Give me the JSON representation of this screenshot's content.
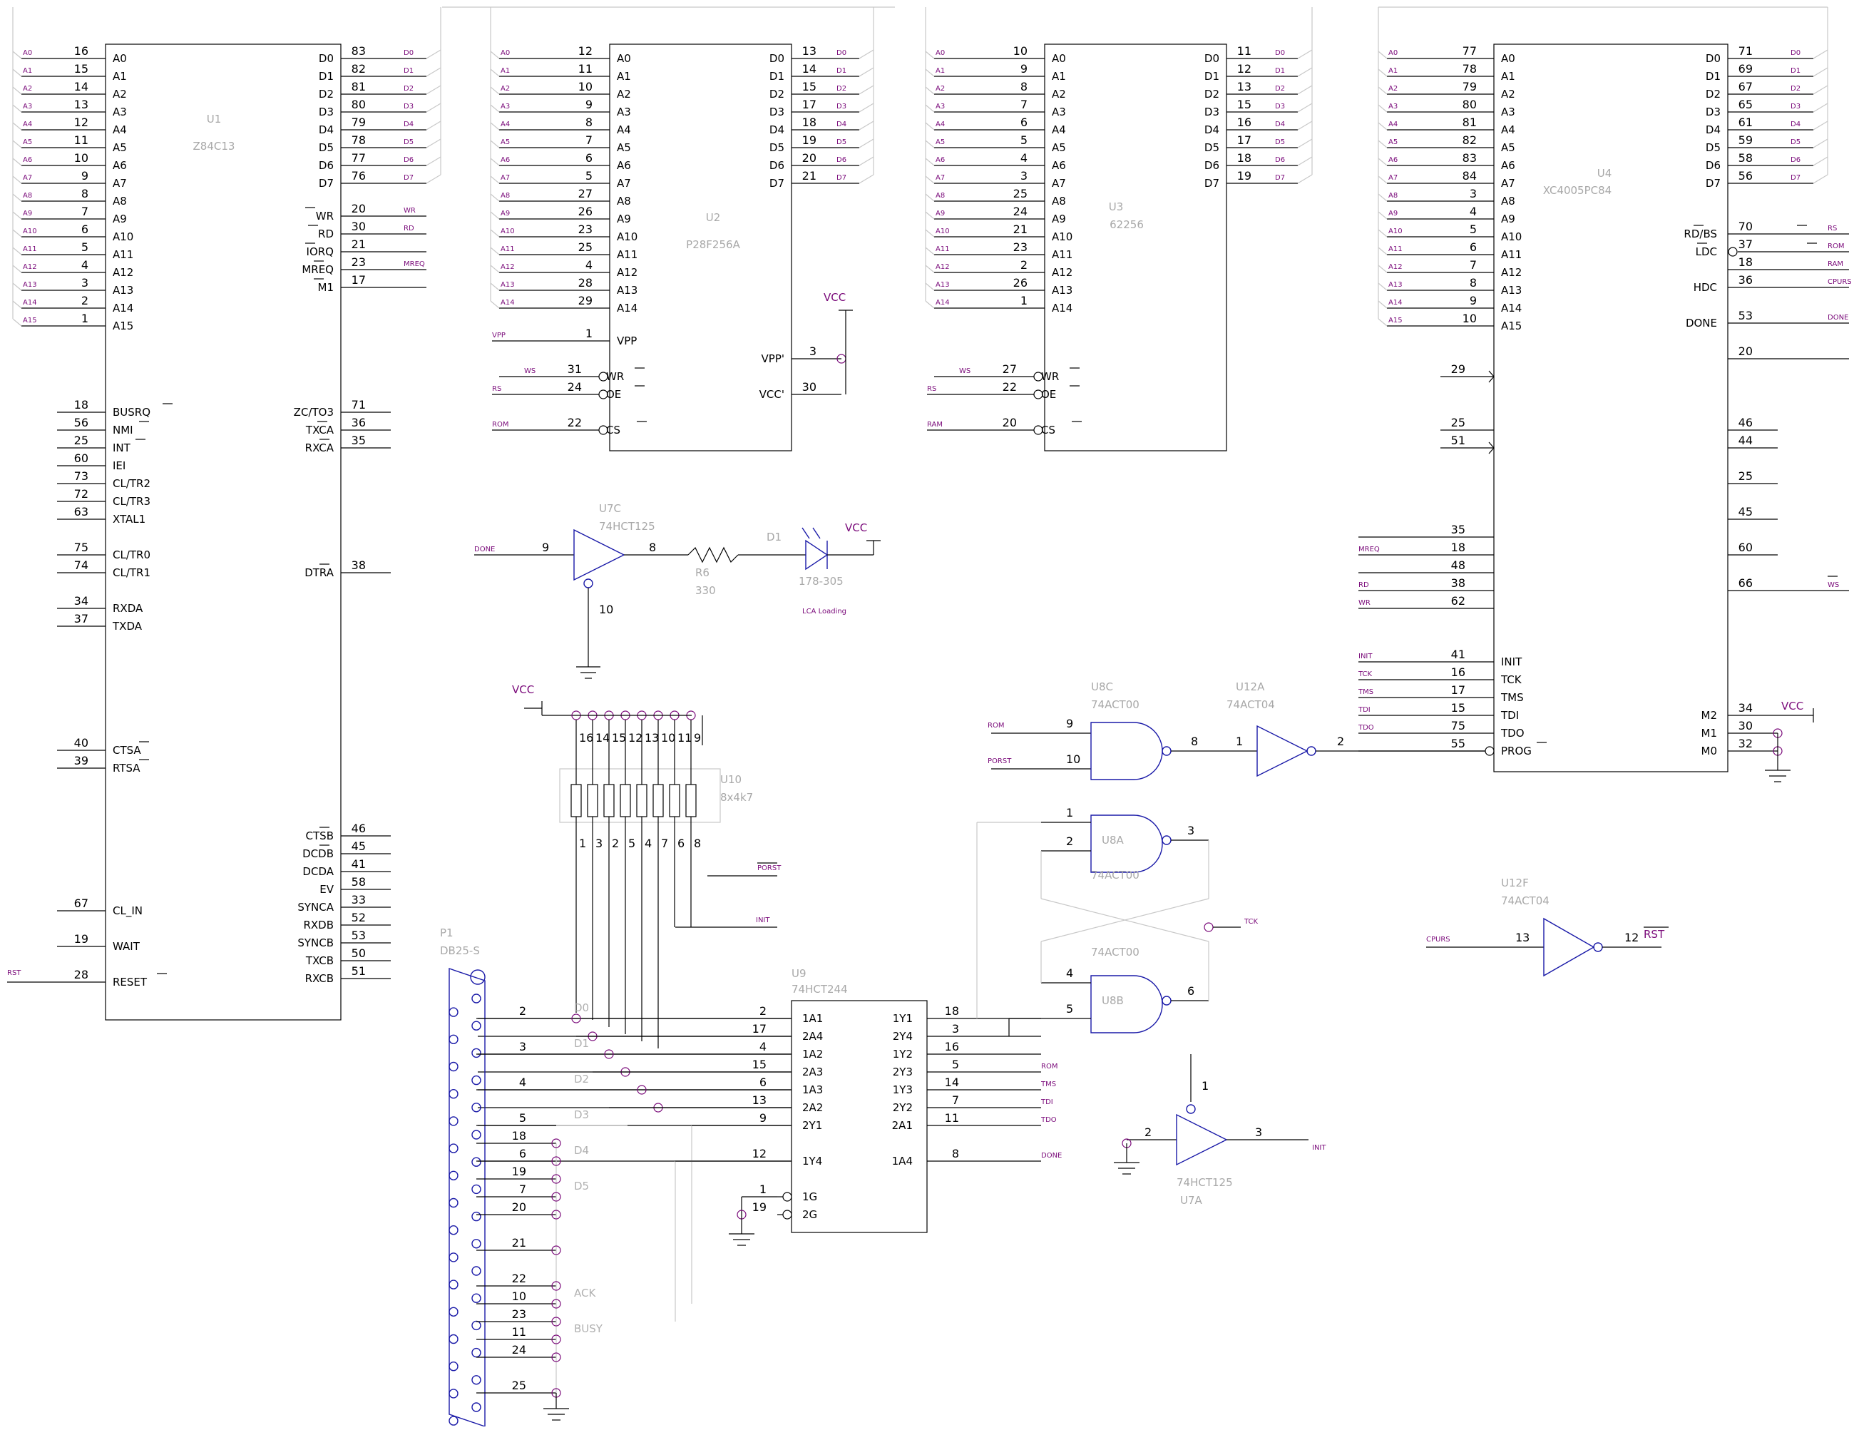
{
  "colors": {
    "wire": "#000000",
    "component": "#1a1aa8",
    "net_label": "#7a0a7a",
    "reference": "#a8a8a8"
  },
  "chips": {
    "u1": {
      "ref": "U1",
      "value": "Z84C13",
      "left": [
        [
          "16",
          "A0"
        ],
        [
          "15",
          "A1"
        ],
        [
          "14",
          "A2"
        ],
        [
          "13",
          "A3"
        ],
        [
          "12",
          "A4"
        ],
        [
          "11",
          "A5"
        ],
        [
          "10",
          "A6"
        ],
        [
          "9",
          "A7"
        ],
        [
          "8",
          "A8"
        ],
        [
          "7",
          "A9"
        ],
        [
          "6",
          "A10"
        ],
        [
          "5",
          "A11"
        ],
        [
          "4",
          "A12"
        ],
        [
          "3",
          "A13"
        ],
        [
          "2",
          "A14"
        ],
        [
          "1",
          "A15"
        ]
      ],
      "left_nets": [
        "A0",
        "A1",
        "A2",
        "A3",
        "A4",
        "A5",
        "A6",
        "A7",
        "A8",
        "A9",
        "A10",
        "A11",
        "A12",
        "A13",
        "A14",
        "A15"
      ],
      "left2": [
        [
          "18",
          "BUSRQ"
        ],
        [
          "56",
          "NMI"
        ],
        [
          "25",
          "INT"
        ],
        [
          "60",
          "IEI"
        ],
        [
          "73",
          "CL/TR2"
        ],
        [
          "72",
          "CL/TR3"
        ],
        [
          "63",
          "XTAL1"
        ]
      ],
      "left3": [
        [
          "75",
          "CL/TR0"
        ],
        [
          "74",
          "CL/TR1"
        ]
      ],
      "left4": [
        [
          "34",
          "RXDA"
        ],
        [
          "37",
          "TXDA"
        ]
      ],
      "left5": [
        [
          "40",
          "CTSA"
        ],
        [
          "39",
          "RTSA"
        ]
      ],
      "left6": [
        [
          "67",
          "CL_IN"
        ],
        [
          "19",
          "WAIT"
        ],
        [
          "28",
          "RESET"
        ]
      ],
      "right": [
        [
          "83",
          "D0"
        ],
        [
          "82",
          "D1"
        ],
        [
          "81",
          "D2"
        ],
        [
          "80",
          "D3"
        ],
        [
          "79",
          "D4"
        ],
        [
          "78",
          "D5"
        ],
        [
          "77",
          "D6"
        ],
        [
          "76",
          "D7"
        ]
      ],
      "right_nets": [
        "D0",
        "D1",
        "D2",
        "D3",
        "D4",
        "D5",
        "D6",
        "D7"
      ],
      "right2": [
        [
          "20",
          "WR"
        ],
        [
          "30",
          "RD"
        ],
        [
          "21",
          "IORQ"
        ],
        [
          "23",
          "MREQ"
        ],
        [
          "17",
          "M1"
        ]
      ],
      "right2_nets": [
        "WR",
        "RD",
        "",
        "MREQ",
        ""
      ],
      "right3": [
        [
          "71",
          "ZC/TO3"
        ],
        [
          "36",
          "TXCA"
        ],
        [
          "35",
          "RXCA"
        ]
      ],
      "right4": [
        [
          "38",
          "DTRA"
        ]
      ],
      "right5": [
        [
          "46",
          "CTSB"
        ],
        [
          "45",
          "DCDB"
        ],
        [
          "41",
          "DCDA"
        ],
        [
          "58",
          "EV"
        ],
        [
          "33",
          "SYNCA"
        ],
        [
          "52",
          "RXDB"
        ],
        [
          "53",
          "SYNCB"
        ],
        [
          "50",
          "TXCB"
        ],
        [
          "51",
          "RXCB"
        ]
      ],
      "reset_net": "RST"
    },
    "u2": {
      "ref": "U2",
      "value": "P28F256A",
      "left": [
        [
          "12",
          "A0"
        ],
        [
          "11",
          "A1"
        ],
        [
          "10",
          "A2"
        ],
        [
          "9",
          "A3"
        ],
        [
          "8",
          "A4"
        ],
        [
          "7",
          "A5"
        ],
        [
          "6",
          "A6"
        ],
        [
          "5",
          "A7"
        ],
        [
          "27",
          "A8"
        ],
        [
          "26",
          "A9"
        ],
        [
          "23",
          "A10"
        ],
        [
          "25",
          "A11"
        ],
        [
          "4",
          "A12"
        ],
        [
          "28",
          "A13"
        ],
        [
          "29",
          "A14"
        ]
      ],
      "right": [
        [
          "13",
          "D0"
        ],
        [
          "14",
          "D1"
        ],
        [
          "15",
          "D2"
        ],
        [
          "17",
          "D3"
        ],
        [
          "18",
          "D4"
        ],
        [
          "19",
          "D5"
        ],
        [
          "20",
          "D6"
        ],
        [
          "21",
          "D7"
        ]
      ],
      "vpp": [
        "1",
        "VPP"
      ],
      "wr": [
        "31",
        "WR"
      ],
      "oe": [
        "24",
        "OE"
      ],
      "cs": [
        "22",
        "CS"
      ],
      "vpp2": [
        "3",
        "VPP'"
      ],
      "vcc2": [
        "30",
        "VCC'"
      ],
      "net_vpp": "VPP",
      "net_ws": "WS",
      "net_rs": "RS",
      "net_rom": "ROM"
    },
    "u3": {
      "ref": "U3",
      "value": "62256",
      "left": [
        [
          "10",
          "A0"
        ],
        [
          "9",
          "A1"
        ],
        [
          "8",
          "A2"
        ],
        [
          "7",
          "A3"
        ],
        [
          "6",
          "A4"
        ],
        [
          "5",
          "A5"
        ],
        [
          "4",
          "A6"
        ],
        [
          "3",
          "A7"
        ],
        [
          "25",
          "A8"
        ],
        [
          "24",
          "A9"
        ],
        [
          "21",
          "A10"
        ],
        [
          "23",
          "A11"
        ],
        [
          "2",
          "A12"
        ],
        [
          "26",
          "A13"
        ],
        [
          "1",
          "A14"
        ]
      ],
      "right": [
        [
          "11",
          "D0"
        ],
        [
          "12",
          "D1"
        ],
        [
          "13",
          "D2"
        ],
        [
          "15",
          "D3"
        ],
        [
          "16",
          "D4"
        ],
        [
          "17",
          "D5"
        ],
        [
          "18",
          "D6"
        ],
        [
          "19",
          "D7"
        ]
      ],
      "wr": [
        "27",
        "WR"
      ],
      "oe": [
        "22",
        "OE"
      ],
      "cs": [
        "20",
        "CS"
      ],
      "net_ws": "WS",
      "net_rs": "RS",
      "net_ram": "RAM"
    },
    "u4": {
      "ref": "U4",
      "value": "XC4005PC84",
      "left": [
        [
          "77",
          "A0"
        ],
        [
          "78",
          "A1"
        ],
        [
          "79",
          "A2"
        ],
        [
          "80",
          "A3"
        ],
        [
          "81",
          "A4"
        ],
        [
          "82",
          "A5"
        ],
        [
          "83",
          "A6"
        ],
        [
          "84",
          "A7"
        ],
        [
          "3",
          "A8"
        ],
        [
          "4",
          "A9"
        ],
        [
          "5",
          "A10"
        ],
        [
          "6",
          "A11"
        ],
        [
          "7",
          "A12"
        ],
        [
          "8",
          "A13"
        ],
        [
          "9",
          "A14"
        ],
        [
          "10",
          "A15"
        ]
      ],
      "right": [
        [
          "71",
          "D0"
        ],
        [
          "69",
          "D1"
        ],
        [
          "67",
          "D2"
        ],
        [
          "65",
          "D3"
        ],
        [
          "61",
          "D4"
        ],
        [
          "59",
          "D5"
        ],
        [
          "58",
          "D6"
        ],
        [
          "56",
          "D7"
        ]
      ],
      "right2": [
        [
          "70",
          "RD/BS"
        ],
        [
          "37",
          "LDC"
        ],
        [
          "18",
          ""
        ],
        [
          "36",
          "HDC"
        ],
        [
          "53",
          "DONE"
        ],
        [
          "20",
          ""
        ]
      ],
      "right2_nets": [
        "RS",
        "ROM",
        "RAM",
        "CPURS",
        "DONE",
        ""
      ],
      "right3": [
        "46",
        "44",
        "25",
        "45",
        "60",
        "66"
      ],
      "net_ws": "WS",
      "left2": [
        "29"
      ],
      "left3": [
        "25",
        "51"
      ],
      "left4": [
        "35",
        "18",
        "48",
        "38",
        "62"
      ],
      "left4_nets": [
        "",
        "MREQ",
        "",
        "RD",
        "WR"
      ],
      "left5": [
        [
          "41",
          "INIT"
        ],
        [
          "16",
          "TCK"
        ],
        [
          "17",
          "TMS"
        ],
        [
          "15",
          "TDI"
        ],
        [
          "75",
          "TDO"
        ],
        [
          "55",
          "PROG"
        ]
      ],
      "left5_nets": [
        "INIT",
        "TCK",
        "TMS",
        "TDI",
        "TDO",
        ""
      ],
      "mode": [
        [
          "34",
          "M2"
        ],
        [
          "30",
          "M1"
        ],
        [
          "32",
          "M0"
        ]
      ]
    }
  },
  "power": {
    "vcc": "VCC"
  },
  "misc": {
    "u7c": {
      "ref": "U7C",
      "value": "74HCT125",
      "in": "9",
      "out": "8",
      "en": "10",
      "net": "DONE"
    },
    "r6": {
      "ref": "R6",
      "value": "330"
    },
    "d1": {
      "ref": "D1",
      "value": "178-305",
      "note": "LCA Loading"
    },
    "u10": {
      "ref": "U10",
      "value": "8x4k7",
      "top": [
        "16",
        "14",
        "15",
        "12",
        "13",
        "10",
        "11",
        "9"
      ],
      "bottom": [
        "1",
        "3",
        "2",
        "5",
        "4",
        "7",
        "6",
        "8"
      ],
      "net_porst": "PORST",
      "net_init": "INIT"
    },
    "u8c": {
      "ref": "U8C",
      "value": "74ACT00",
      "in1": "9",
      "in2": "10",
      "out": "8",
      "net1": "ROM",
      "net2": "PORST"
    },
    "u12a": {
      "ref": "U12A",
      "value": "74ACT04",
      "in": "1",
      "out": "2"
    },
    "u8a": {
      "ref": "U8A",
      "value": "74ACT00",
      "in1": "1",
      "in2": "2",
      "out": "3"
    },
    "u8b": {
      "ref": "U8B",
      "value": "74ACT00",
      "in1": "4",
      "in2": "5",
      "out": "6"
    },
    "tck_net": "TCK",
    "u12f": {
      "ref": "U12F",
      "value": "74ACT04",
      "in": "13",
      "out": "12",
      "net_in": "CPURS",
      "net_out": "RST"
    },
    "u9": {
      "ref": "U9",
      "value": "74HCT244",
      "left": [
        [
          "2",
          "1A1"
        ],
        [
          "17",
          "2A4"
        ],
        [
          "4",
          "1A2"
        ],
        [
          "15",
          "2A3"
        ],
        [
          "6",
          "1A3"
        ],
        [
          "13",
          "2A2"
        ],
        [
          "9",
          "2Y1"
        ],
        [
          "12",
          "1Y4"
        ],
        [
          "1",
          "1G"
        ],
        [
          "19",
          "2G"
        ]
      ],
      "right": [
        [
          "18",
          "1Y1"
        ],
        [
          "3",
          "2Y4"
        ],
        [
          "16",
          "1Y2"
        ],
        [
          "5",
          "2Y3"
        ],
        [
          "14",
          "1Y3"
        ],
        [
          "7",
          "2Y2"
        ],
        [
          "11",
          "2A1"
        ],
        [
          "8",
          "1A4"
        ]
      ],
      "right_nets": [
        "",
        "",
        "",
        "ROM",
        "TMS",
        "TDI",
        "TDO",
        "DONE"
      ]
    },
    "u7a": {
      "ref": "U7A",
      "value": "74HCT125",
      "in": "2",
      "out": "3",
      "en": "1",
      "net": "INIT"
    },
    "p1": {
      "ref": "P1",
      "value": "DB25-S",
      "pins": [
        "2",
        "3",
        "4",
        "5",
        "18",
        "6",
        "19",
        "7",
        "20",
        "21",
        "22",
        "10",
        "23",
        "11",
        "24",
        "25"
      ],
      "signals": [
        "D0",
        "D1",
        "D2",
        "D3",
        "D4",
        "D5",
        "ACK",
        "BUSY"
      ]
    }
  }
}
